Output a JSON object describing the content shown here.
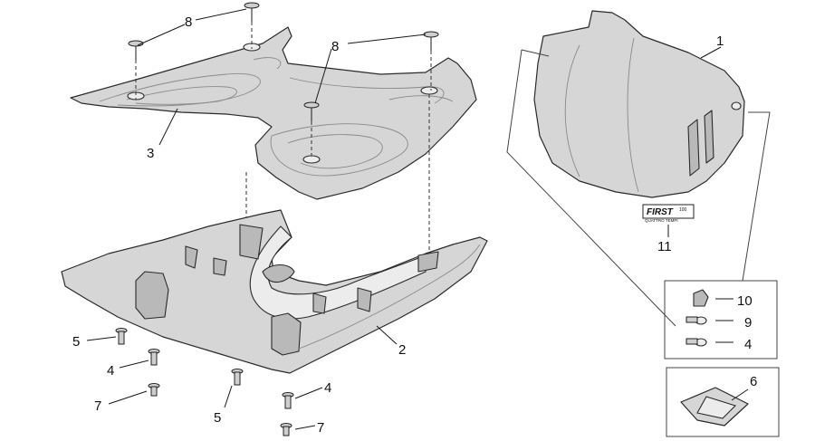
{
  "callouts": [
    {
      "id": "c1",
      "label": "1"
    },
    {
      "id": "c2",
      "label": "2"
    },
    {
      "id": "c3",
      "label": "3"
    },
    {
      "id": "c4a",
      "label": "4"
    },
    {
      "id": "c4b",
      "label": "4"
    },
    {
      "id": "c4c",
      "label": "4"
    },
    {
      "id": "c5a",
      "label": "5"
    },
    {
      "id": "c5b",
      "label": "5"
    },
    {
      "id": "c6",
      "label": "6"
    },
    {
      "id": "c7a",
      "label": "7"
    },
    {
      "id": "c7b",
      "label": "7"
    },
    {
      "id": "c8a",
      "label": "8"
    },
    {
      "id": "c8b",
      "label": "8"
    },
    {
      "id": "c9",
      "label": "9"
    },
    {
      "id": "c10",
      "label": "10"
    },
    {
      "id": "c11",
      "label": "11"
    }
  ],
  "decal": {
    "brand": "FIRST",
    "badge": "100",
    "subtitle": "QUATTRO TEMPI"
  }
}
